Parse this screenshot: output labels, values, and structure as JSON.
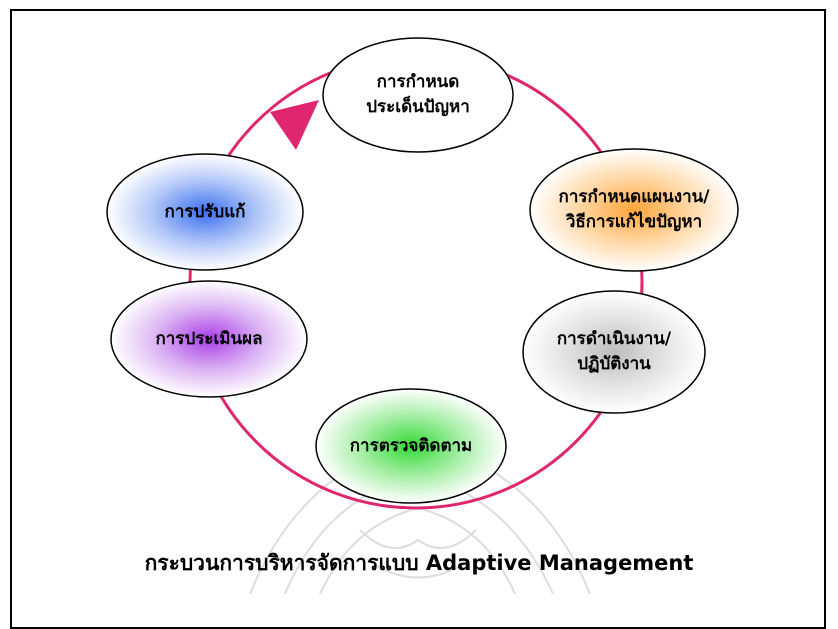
{
  "diagram": {
    "nodes": [
      {
        "id": "define-problem",
        "label": "การกำหนด\nประเด็นปัญหา",
        "color": "#ffffff"
      },
      {
        "id": "plan-solution",
        "label": "การกำหนดแผนงาน/\nวิธีการแก้ไขปัญหา",
        "color": "#ffa53a"
      },
      {
        "id": "implement",
        "label": "การดำเนินงาน/\nปฏิบัติงาน",
        "color": "#c9c9c9"
      },
      {
        "id": "monitor",
        "label": "การตรวจติดตาม",
        "color": "#4ee04e"
      },
      {
        "id": "evaluate",
        "label": "การประเมินผล",
        "color": "#b44fe6"
      },
      {
        "id": "adjust",
        "label": "การปรับแก้",
        "color": "#4a7cf0"
      }
    ],
    "cycle_color": "#e0266e",
    "caption": "กระบวนการบริหารจัดการแบบ Adaptive Management"
  }
}
